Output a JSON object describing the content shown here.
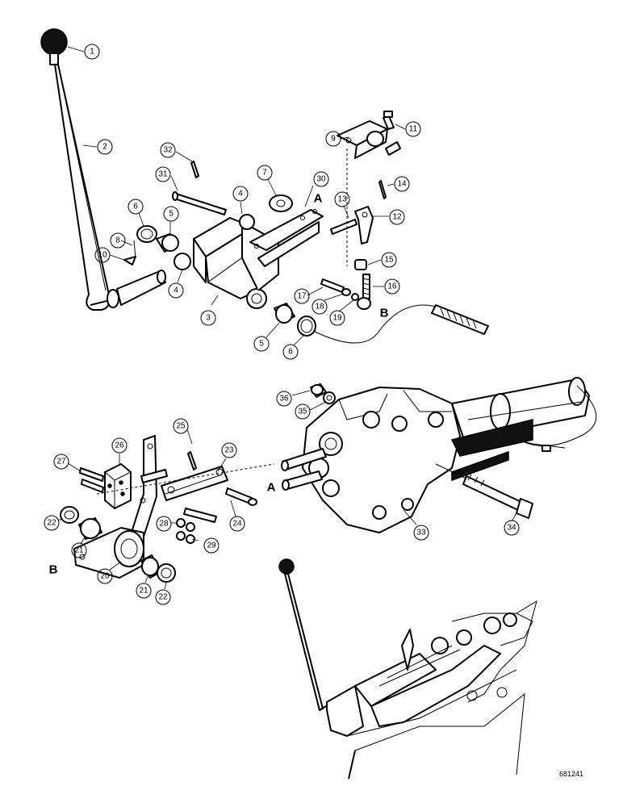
{
  "callouts": [
    "1",
    "2",
    "3",
    "4",
    "5",
    "6",
    "7",
    "8",
    "9",
    "10",
    "11",
    "12",
    "13",
    "14",
    "15",
    "16",
    "17",
    "18",
    "19",
    "4",
    "5",
    "6",
    "20",
    "21",
    "22",
    "21",
    "22",
    "23",
    "24",
    "25",
    "26",
    "27",
    "28",
    "29",
    "30",
    "31",
    "32",
    "33",
    "34",
    "35",
    "36"
  ],
  "ref_letters": [
    "A",
    "B",
    "A",
    "B"
  ],
  "figure_number": "681241"
}
